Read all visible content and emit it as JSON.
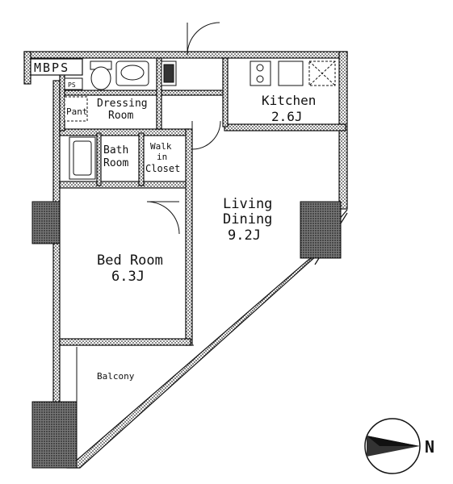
{
  "labels": {
    "mbps": "MBPS",
    "ps": "PS",
    "pantry": "Pant",
    "dressing_line1": "Dressing",
    "dressing_line2": "Room",
    "kitchen_line1": "Kitchen",
    "kitchen_line2": "2.6J",
    "bath_line1": "Bath",
    "bath_line2": "Room",
    "walkin_line1": "Walk",
    "walkin_line2": "in",
    "walkin_line3": "Closet",
    "living_line1": "Living",
    "living_line2": "Dining",
    "living_line3": "9.2J",
    "bedroom_line1": "Bed Room",
    "bedroom_line2": "6.3J",
    "balcony": "Balcony",
    "north": "N"
  },
  "icons": [
    "compass-icon",
    "door-swing-icon",
    "toilet-icon",
    "sink-icon",
    "stove-icon",
    "bathtub-icon"
  ]
}
